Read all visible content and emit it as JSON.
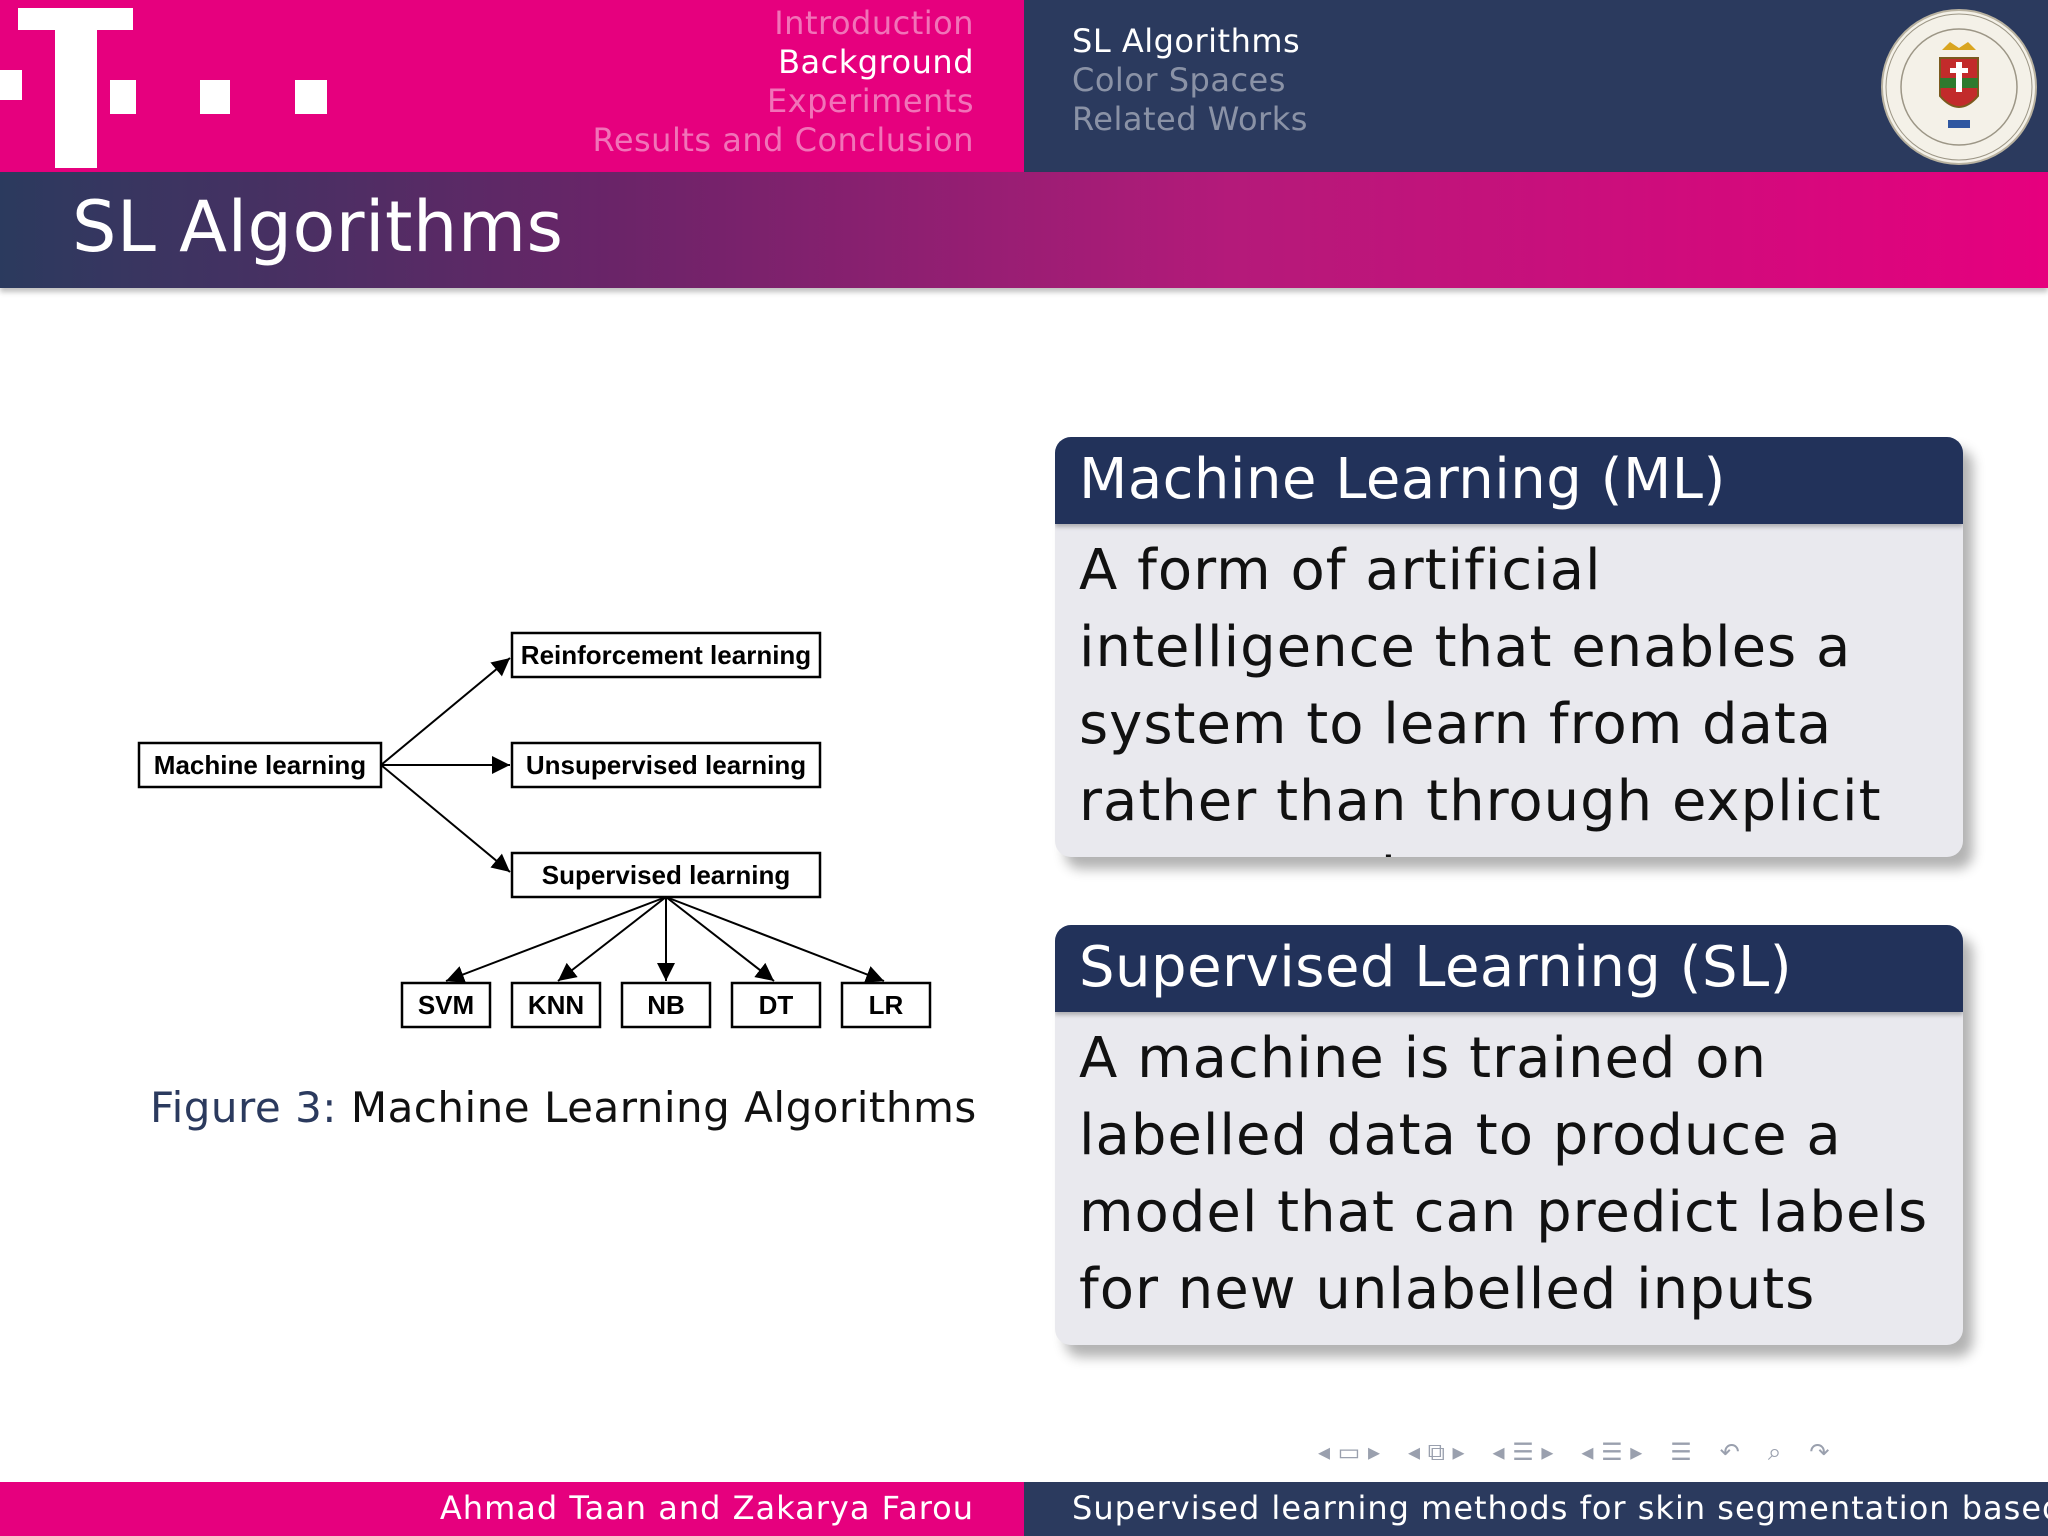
{
  "header": {
    "sections": [
      "Introduction",
      "Background",
      "Experiments",
      "Results and Conclusion"
    ],
    "active_section": "Background",
    "subsections": [
      "SL Algorithms",
      "Color Spaces",
      "Related Works"
    ],
    "active_subsection": "SL Algorithms"
  },
  "frame": {
    "title": "SL Algorithms"
  },
  "diagram": {
    "root": "Machine learning",
    "branches": [
      "Reinforcement learning",
      "Unsupervised learning",
      "Supervised learning"
    ],
    "leaves": [
      "SVM",
      "KNN",
      "NB",
      "DT",
      "LR"
    ]
  },
  "caption": {
    "label": "Figure 3:",
    "text": "Machine Learning Algorithms"
  },
  "blocks": {
    "ml": {
      "title": "Machine Learning (ML)",
      "body": "A form of artificial intelligence that enables a system to learn from data rather than through explicit programming"
    },
    "sl": {
      "title": "Supervised Learning (SL)",
      "body": "A machine is trained on labelled data to produce a model that can predict labels for new unlabelled inputs"
    }
  },
  "footer": {
    "authors": "Ahmad Taan and Zakarya Farou",
    "short_title": "Supervised learning methods for skin segmentation based o"
  },
  "colors": {
    "magenta": "#e6007e",
    "navy": "#2b3a5e",
    "block_title": "#22325a"
  },
  "nav_icons": [
    "nav-frame-icon",
    "nav-subsection-icon",
    "nav-section-icon",
    "nav-doc-icon",
    "nav-appendix-icon",
    "nav-back-icon",
    "nav-search-icon",
    "nav-forward-icon"
  ]
}
